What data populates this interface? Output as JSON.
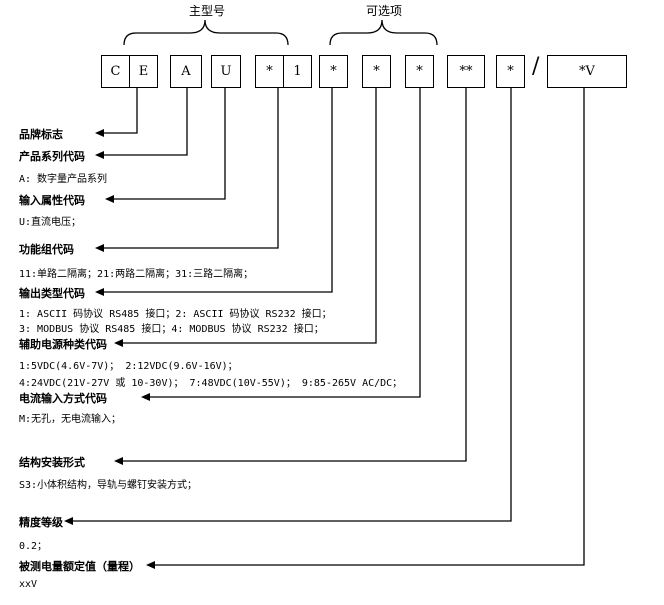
{
  "headers": {
    "main_model": "主型号",
    "options": "可选项"
  },
  "boxes": [
    "C",
    "E",
    "A",
    "U",
    "*",
    "1",
    "*",
    "*",
    "*",
    "**",
    "*",
    "*V"
  ],
  "slash": "/",
  "fields": [
    {
      "label": "品牌标志",
      "desc": []
    },
    {
      "label": "产品系列代码",
      "desc": [
        "A: 数字量产品系列"
      ]
    },
    {
      "label": "输入属性代码",
      "desc": [
        "U:直流电压；"
      ]
    },
    {
      "label": "功能组代码",
      "desc": [
        "11:单路二隔离；21:两路二隔离；31:三路二隔离；"
      ]
    },
    {
      "label": "输出类型代码",
      "desc": [
        "1: ASCII 码协议 RS485 接口；2: ASCII 码协议 RS232 接口；",
        "3: MODBUS 协议 RS485 接口；4: MODBUS 协议 RS232 接口；"
      ]
    },
    {
      "label": "辅助电源种类代码",
      "desc": [
        "1:5VDC(4.6V-7V)；  2:12VDC(9.6V-16V)；",
        "4:24VDC(21V-27V 或 10-30V)； 7:48VDC(10V-55V)；  9:85-265V AC/DC；"
      ]
    },
    {
      "label": "电流输入方式代码",
      "desc": [
        "M:无孔，无电流输入；"
      ]
    },
    {
      "label": "结构安装形式",
      "desc": [
        "S3:小体积结构，导轨与螺钉安装方式；"
      ]
    },
    {
      "label": "精度等级",
      "desc": [
        "0.2；"
      ]
    },
    {
      "label": "被测电量额定值（量程）",
      "desc": [
        "xxV"
      ]
    }
  ]
}
